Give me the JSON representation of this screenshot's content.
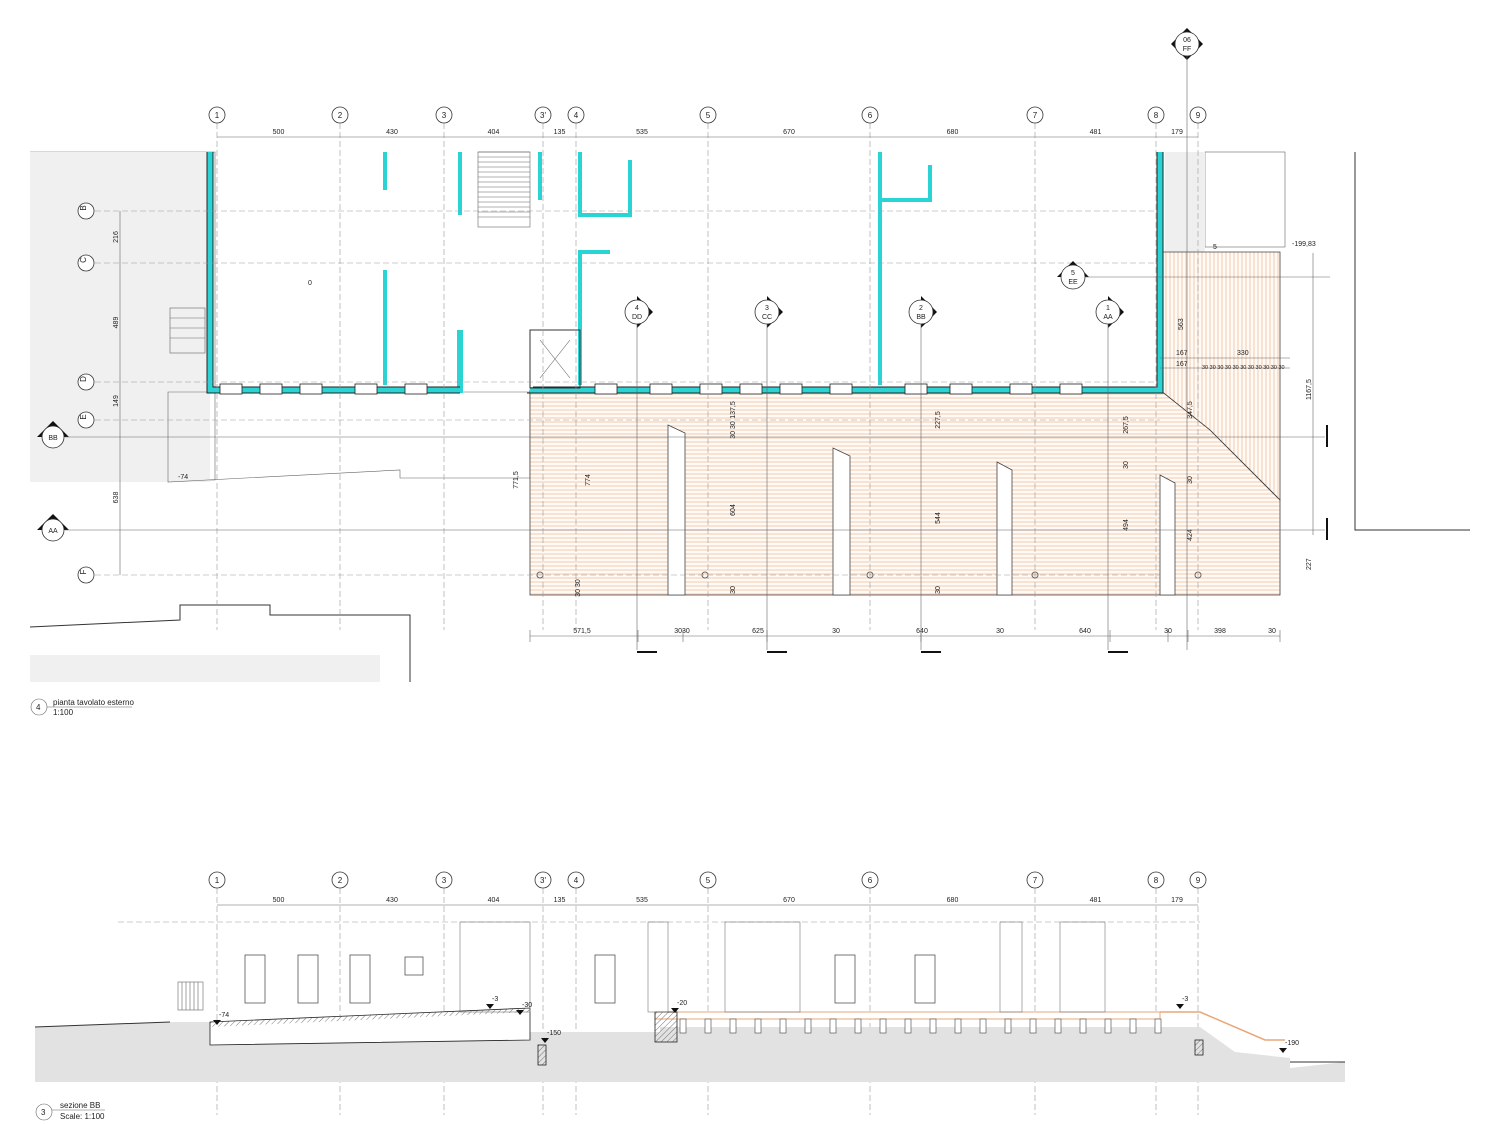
{
  "plan": {
    "title": "pianta tavolato esterno",
    "scale": "1:100",
    "number": "4",
    "grid_labels": [
      "1",
      "2",
      "3",
      "3'",
      "4",
      "5",
      "6",
      "7",
      "8",
      "9"
    ],
    "grid_dims": [
      "500",
      "430",
      "404",
      "135",
      "535",
      "670",
      "680",
      "481",
      "179"
    ],
    "row_labels": [
      "B",
      "C",
      "D",
      "E",
      "F"
    ],
    "row_dims": [
      "216",
      "489",
      "149",
      "638"
    ],
    "bottom_dims": [
      "571,5",
      "3030",
      "625",
      "30",
      "640",
      "30",
      "640",
      "30",
      "398",
      "30"
    ],
    "right_dims": {
      "d167a": "167",
      "d330": "330",
      "d167b": "167",
      "d30s": "30 30 30 30 30 30 30 30 30 30 30",
      "d563": "563",
      "d1167": "1167,5",
      "d227": "227",
      "level_top": "-199,83",
      "d5": "5"
    },
    "interior_dims": [
      "771,5",
      "774",
      "604",
      "544",
      "494",
      "424",
      "137,5",
      "227,5",
      "267,5",
      "347,5",
      "30 30",
      "30 30",
      "30",
      "30",
      "30",
      "30"
    ],
    "levels": [
      "-74",
      "0"
    ],
    "section_marks": [
      {
        "num": "4",
        "id": "DD"
      },
      {
        "num": "3",
        "id": "CC"
      },
      {
        "num": "2",
        "id": "BB"
      },
      {
        "num": "1",
        "id": "AA"
      },
      {
        "num": "5",
        "id": "EE"
      },
      {
        "num": "06",
        "id": "FF"
      }
    ],
    "cut_marks": [
      "BB",
      "AA"
    ]
  },
  "section": {
    "title": "sezione BB",
    "scale": "Scale: 1:100",
    "number": "3",
    "grid_labels": [
      "1",
      "2",
      "3",
      "3'",
      "4",
      "5",
      "6",
      "7",
      "8",
      "9"
    ],
    "grid_dims": [
      "500",
      "430",
      "404",
      "135",
      "535",
      "670",
      "680",
      "481",
      "179"
    ],
    "levels": [
      "-74",
      "-3",
      "-30",
      "-20",
      "-150",
      "-3",
      "-190"
    ]
  },
  "colors": {
    "wall": "#2ad4d4",
    "deck": "#e8a77a",
    "green": "#dde3cc",
    "ground": "#e2e2e2"
  }
}
